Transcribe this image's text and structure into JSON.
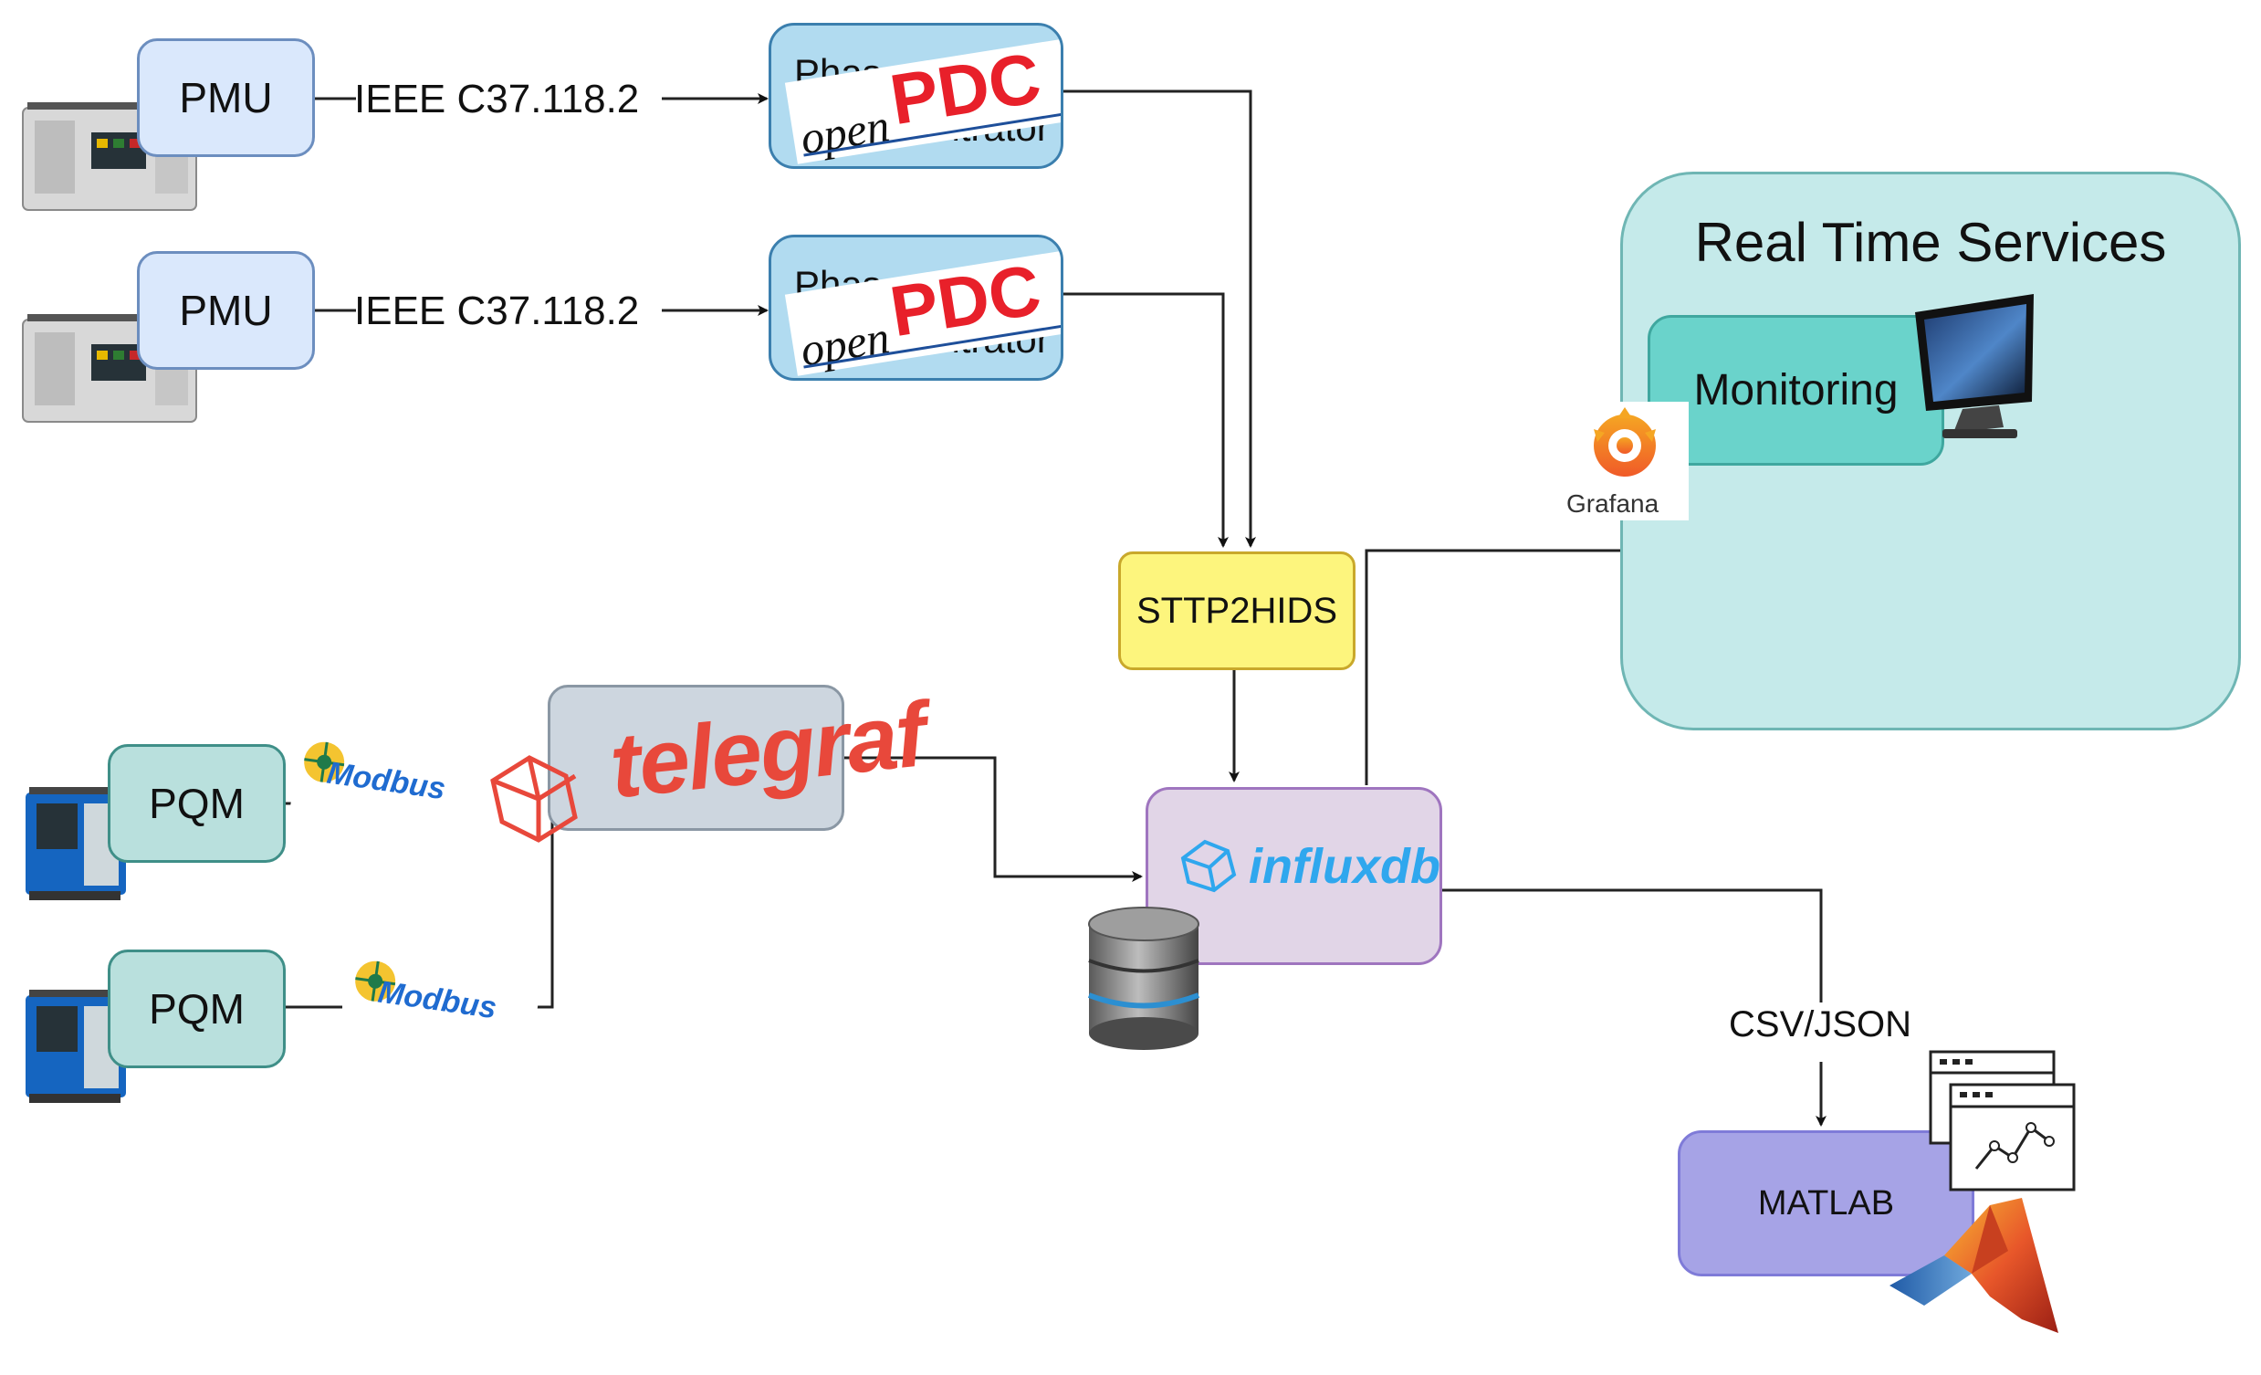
{
  "nodes": {
    "pmu1": "PMU",
    "pmu2": "PMU",
    "pqm1": "PQM",
    "pqm2": "PQM",
    "pdc1_text_top": "Phas",
    "pdc1_text_bottom": "entrator",
    "pdc2_text_top": "Phas",
    "pdc2_text_bottom": "entrator",
    "pdc_logo_open": "open",
    "pdc_logo_pdc": "PDC",
    "sttp": "STTP2HIDS",
    "telegraf_logo": "telegraf",
    "influx_logo": "influxdb",
    "matlab": "MATLAB",
    "rts_title": "Real Time Services",
    "monitoring": "Monitoring",
    "grafana": "Grafana",
    "modbus1": "Modbus",
    "modbus2": "Modbus"
  },
  "edges": {
    "pmu1_protocol": "IEEE C37.118.2",
    "pmu2_protocol": "IEEE C37.118.2",
    "export_format": "CSV/JSON"
  },
  "colors": {
    "pmu_fill": "#dae8fc",
    "pqm_fill": "#b9e0dd",
    "pdc_fill": "#b1dbf0",
    "sttp_fill": "#fdf57d",
    "influx_fill": "#e1d5e7",
    "matlab_fill": "#a6a3e6",
    "rts_fill": "#c5eaea",
    "monitoring_fill": "#6ad3cb",
    "telegraf_accent": "#e8483b",
    "influx_accent": "#2fa7ee",
    "pdc_logo_red": "#e8202a"
  },
  "icons": [
    "pmu-device-icon",
    "pqm-device-icon",
    "modbus-icon",
    "telegraf-cube-icon",
    "influx-cube-icon",
    "database-icon",
    "monitor-icon",
    "grafana-icon",
    "dashboard-chart-icon",
    "matlab-logo-icon"
  ]
}
